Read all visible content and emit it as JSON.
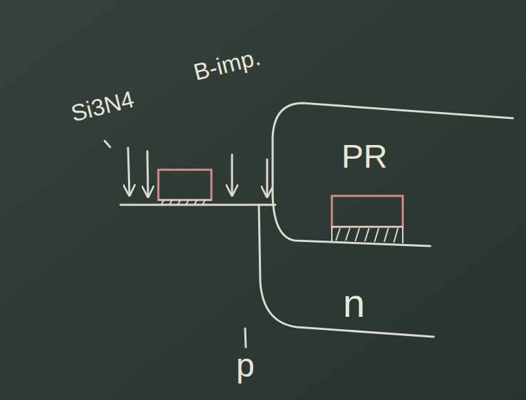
{
  "diagram": {
    "labels": [
      "Si3N4",
      "B-imp.",
      "PR",
      "n",
      "p"
    ]
  }
}
